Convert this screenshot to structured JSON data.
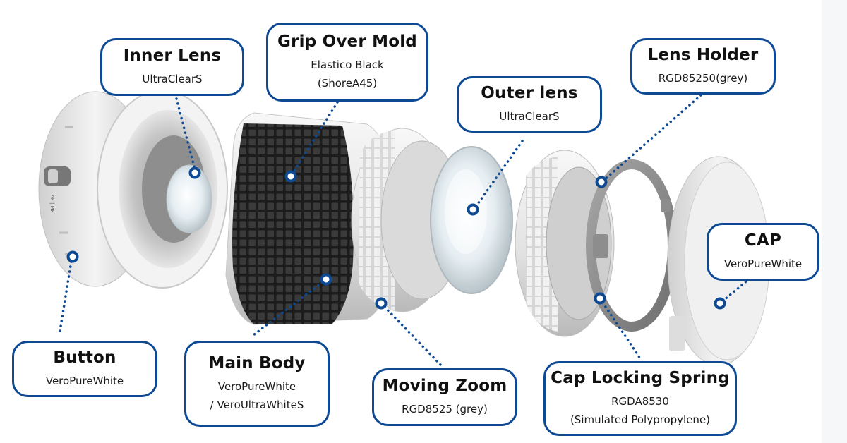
{
  "colors": {
    "accent": "#0d4a93",
    "box_background": "#ffffff",
    "text": "#111111"
  },
  "callouts": {
    "inner_lens": {
      "title": "Inner Lens",
      "lines": [
        "UltraClearS"
      ]
    },
    "grip_over_mold": {
      "title": "Grip Over Mold",
      "lines": [
        "Elastico Black",
        "(ShoreA45)"
      ]
    },
    "outer_lens": {
      "title": "Outer lens",
      "lines": [
        "UltraClearS"
      ]
    },
    "lens_holder": {
      "title": "Lens Holder",
      "lines": [
        "RGD85250(grey)"
      ]
    },
    "cap": {
      "title": "CAP",
      "lines": [
        "VeroPureWhite"
      ]
    },
    "button": {
      "title": "Button",
      "lines": [
        "VeroPureWhite"
      ]
    },
    "main_body": {
      "title": "Main Body",
      "lines": [
        "VeroPureWhite",
        "/ VeroUltraWhiteS"
      ]
    },
    "moving_zoom": {
      "title": "Moving Zoom",
      "lines": [
        "RGD8525 (grey)"
      ]
    },
    "cap_locking_spring": {
      "title": "Cap Locking Spring",
      "lines": [
        "RGDA8530",
        "(Simulated Polypropylene)"
      ]
    }
  },
  "illustration": {
    "subject": "exploded view of a lens attachment",
    "switch_label": "AF | MF"
  }
}
